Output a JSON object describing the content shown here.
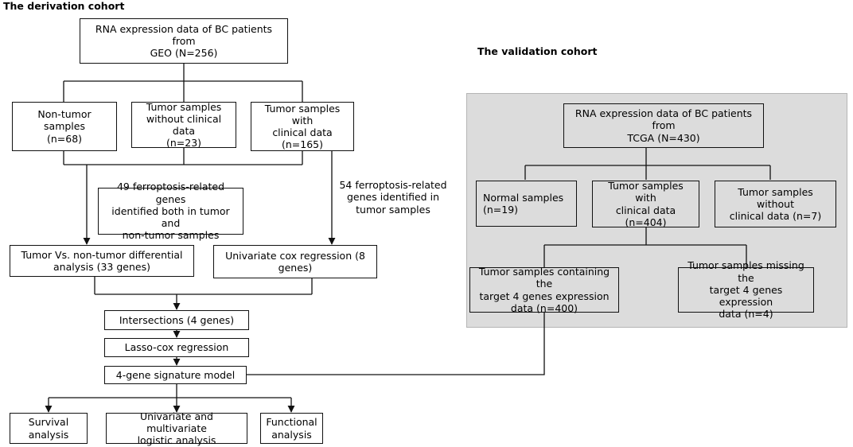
{
  "headings": {
    "derivation": "The derivation cohort",
    "validation": "The validation cohort"
  },
  "derivation": {
    "geo_line1": "RNA expression data of BC patients from",
    "geo_line2": "GEO (N=256)",
    "non_tumor_line1": "Non-tumor samples",
    "non_tumor_line2": "(n=68)",
    "tumor_no_clin_line1": "Tumor samples",
    "tumor_no_clin_line2": "without clinical data",
    "tumor_no_clin_line3": "(n=23)",
    "tumor_clin_line1": "Tumor samples with",
    "tumor_clin_line2": "clinical data (n=165)",
    "genes49_line1": "49 ferroptosis-related genes",
    "genes49_line2": "identified both in tumor and",
    "genes49_line3": "non-tumor samples",
    "genes54_line1": "54 ferroptosis-related",
    "genes54_line2": "genes identified in",
    "genes54_line3": "tumor samples",
    "diff_line1": "Tumor Vs. non-tumor differential",
    "diff_line2": "analysis (33 genes)",
    "cox": "Univariate cox regression (8 genes)",
    "intersections": "Intersections (4 genes)",
    "lasso": "Lasso-cox regression",
    "model": "4-gene signature model",
    "survival_line1": "Survival",
    "survival_line2": "analysis",
    "logistic_line1": "Univariate and multivariate",
    "logistic_line2": "logistic analysis",
    "functional_line1": "Functional",
    "functional_line2": "analysis"
  },
  "validation": {
    "tcga_line1": "RNA expression data of BC patients from",
    "tcga_line2": "TCGA (N=430)",
    "normal_line1": "Normal samples",
    "normal_line2": "(n=19)",
    "tumor_clin_line1": "Tumor samples with",
    "tumor_clin_line2": "clinical data  (n=404)",
    "tumor_no_clin_line1": "Tumor samples without",
    "tumor_no_clin_line2": "clinical data (n=7)",
    "containing_line1": "Tumor samples containing the",
    "containing_line2": "target 4 genes expression",
    "containing_line3": "data (n=400)",
    "missing_line1": "Tumor samples missing the",
    "missing_line2": "target 4 genes expression",
    "missing_line3": "data (n=4)"
  }
}
